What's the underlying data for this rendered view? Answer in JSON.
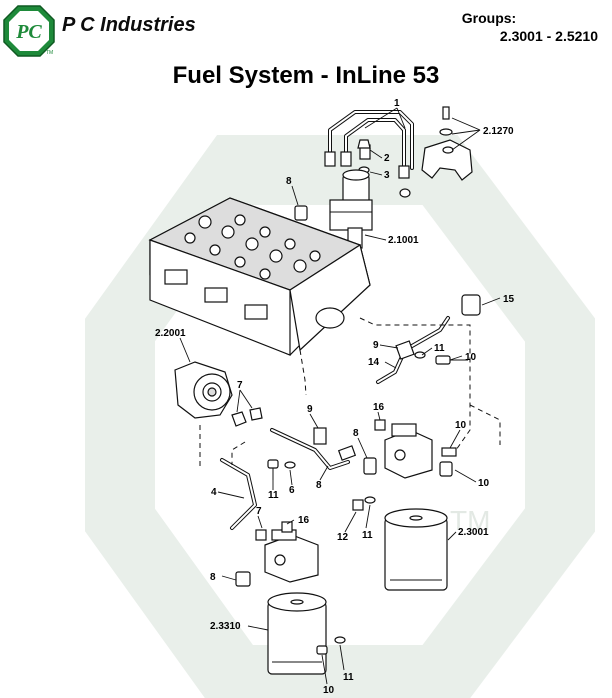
{
  "header": {
    "company": "P C Industries",
    "logo_letters": "PC",
    "logo_mark": "TM",
    "groups_label": "Groups:",
    "groups_range": "2.3001 - 2.5210"
  },
  "title": "Fuel System - InLine 53",
  "watermark_mark": "TM",
  "colors": {
    "logo_green": "#1e8a3a",
    "watermark": "#e9efea"
  },
  "callouts": [
    "1",
    "2",
    "3",
    "2.1270",
    "8",
    "2.1001",
    "15",
    "9",
    "11",
    "14",
    "10",
    "2.2001",
    "7",
    "9",
    "16",
    "10",
    "8",
    "10",
    "11",
    "6",
    "8",
    "4",
    "7",
    "16",
    "12",
    "11",
    "2.3001",
    "8",
    "2.3310",
    "11",
    "10"
  ]
}
